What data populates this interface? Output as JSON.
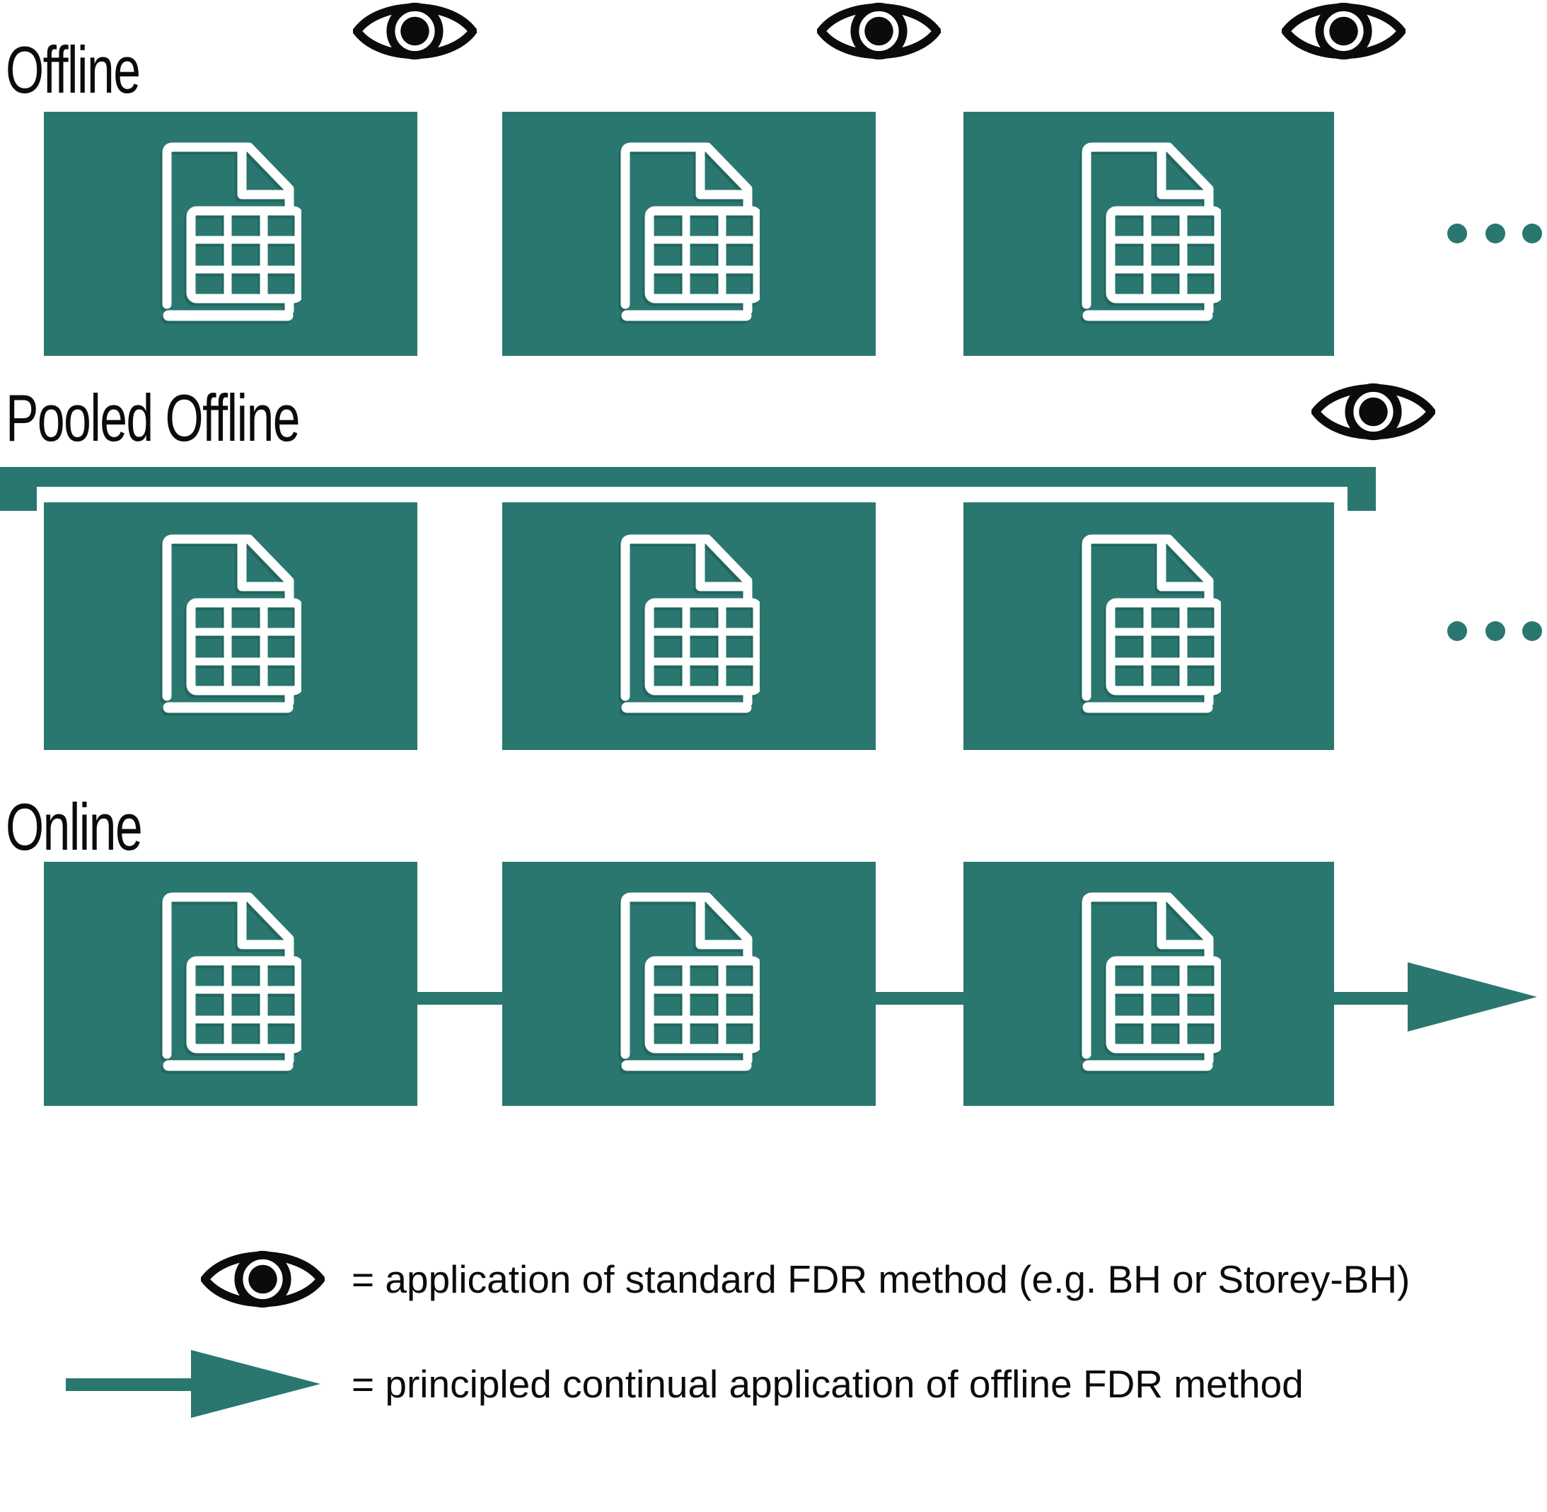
{
  "figure": {
    "sections": {
      "offline": {
        "label": "Offline"
      },
      "pooled": {
        "label": "Pooled Offline"
      },
      "online": {
        "label": "Online"
      }
    },
    "legend": {
      "eye_text": "= application of standard FDR method (e.g. BH or Storey-BH)",
      "arrow_text": "= principled continual application of offline FDR method"
    },
    "icons": {
      "eye": "eye-icon",
      "file": "spreadsheet-file-icon",
      "arrow": "continual-arrow-icon",
      "ellipsis": "ellipsis-dots"
    },
    "colors": {
      "teal": "#2a7770",
      "black": "#0b0b0b",
      "icon_stroke": "#ffffff"
    }
  }
}
